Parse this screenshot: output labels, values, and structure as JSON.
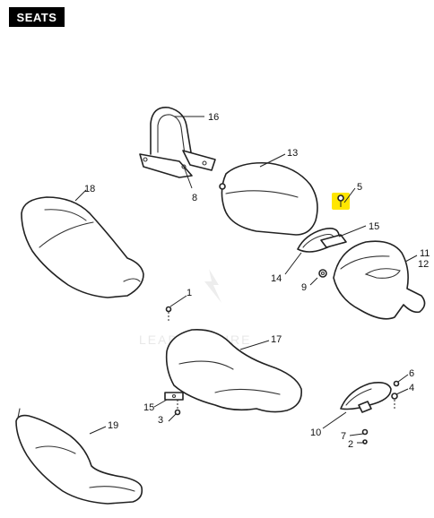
{
  "header": {
    "title": "SEATS"
  },
  "highlight_color": "#ffe600",
  "watermark": {
    "text": "LEADVENTURE"
  },
  "callouts": {
    "c1": "1",
    "c2": "2",
    "c3": "3",
    "c4": "4",
    "c5": "5",
    "c6": "6",
    "c7": "7",
    "c8": "8",
    "c9": "9",
    "c10": "10",
    "c11": "11",
    "c12": "12",
    "c13": "13",
    "c14": "14",
    "c15a": "15",
    "c15b": "15",
    "c16": "16",
    "c17": "17",
    "c18": "18",
    "c19": "19"
  }
}
